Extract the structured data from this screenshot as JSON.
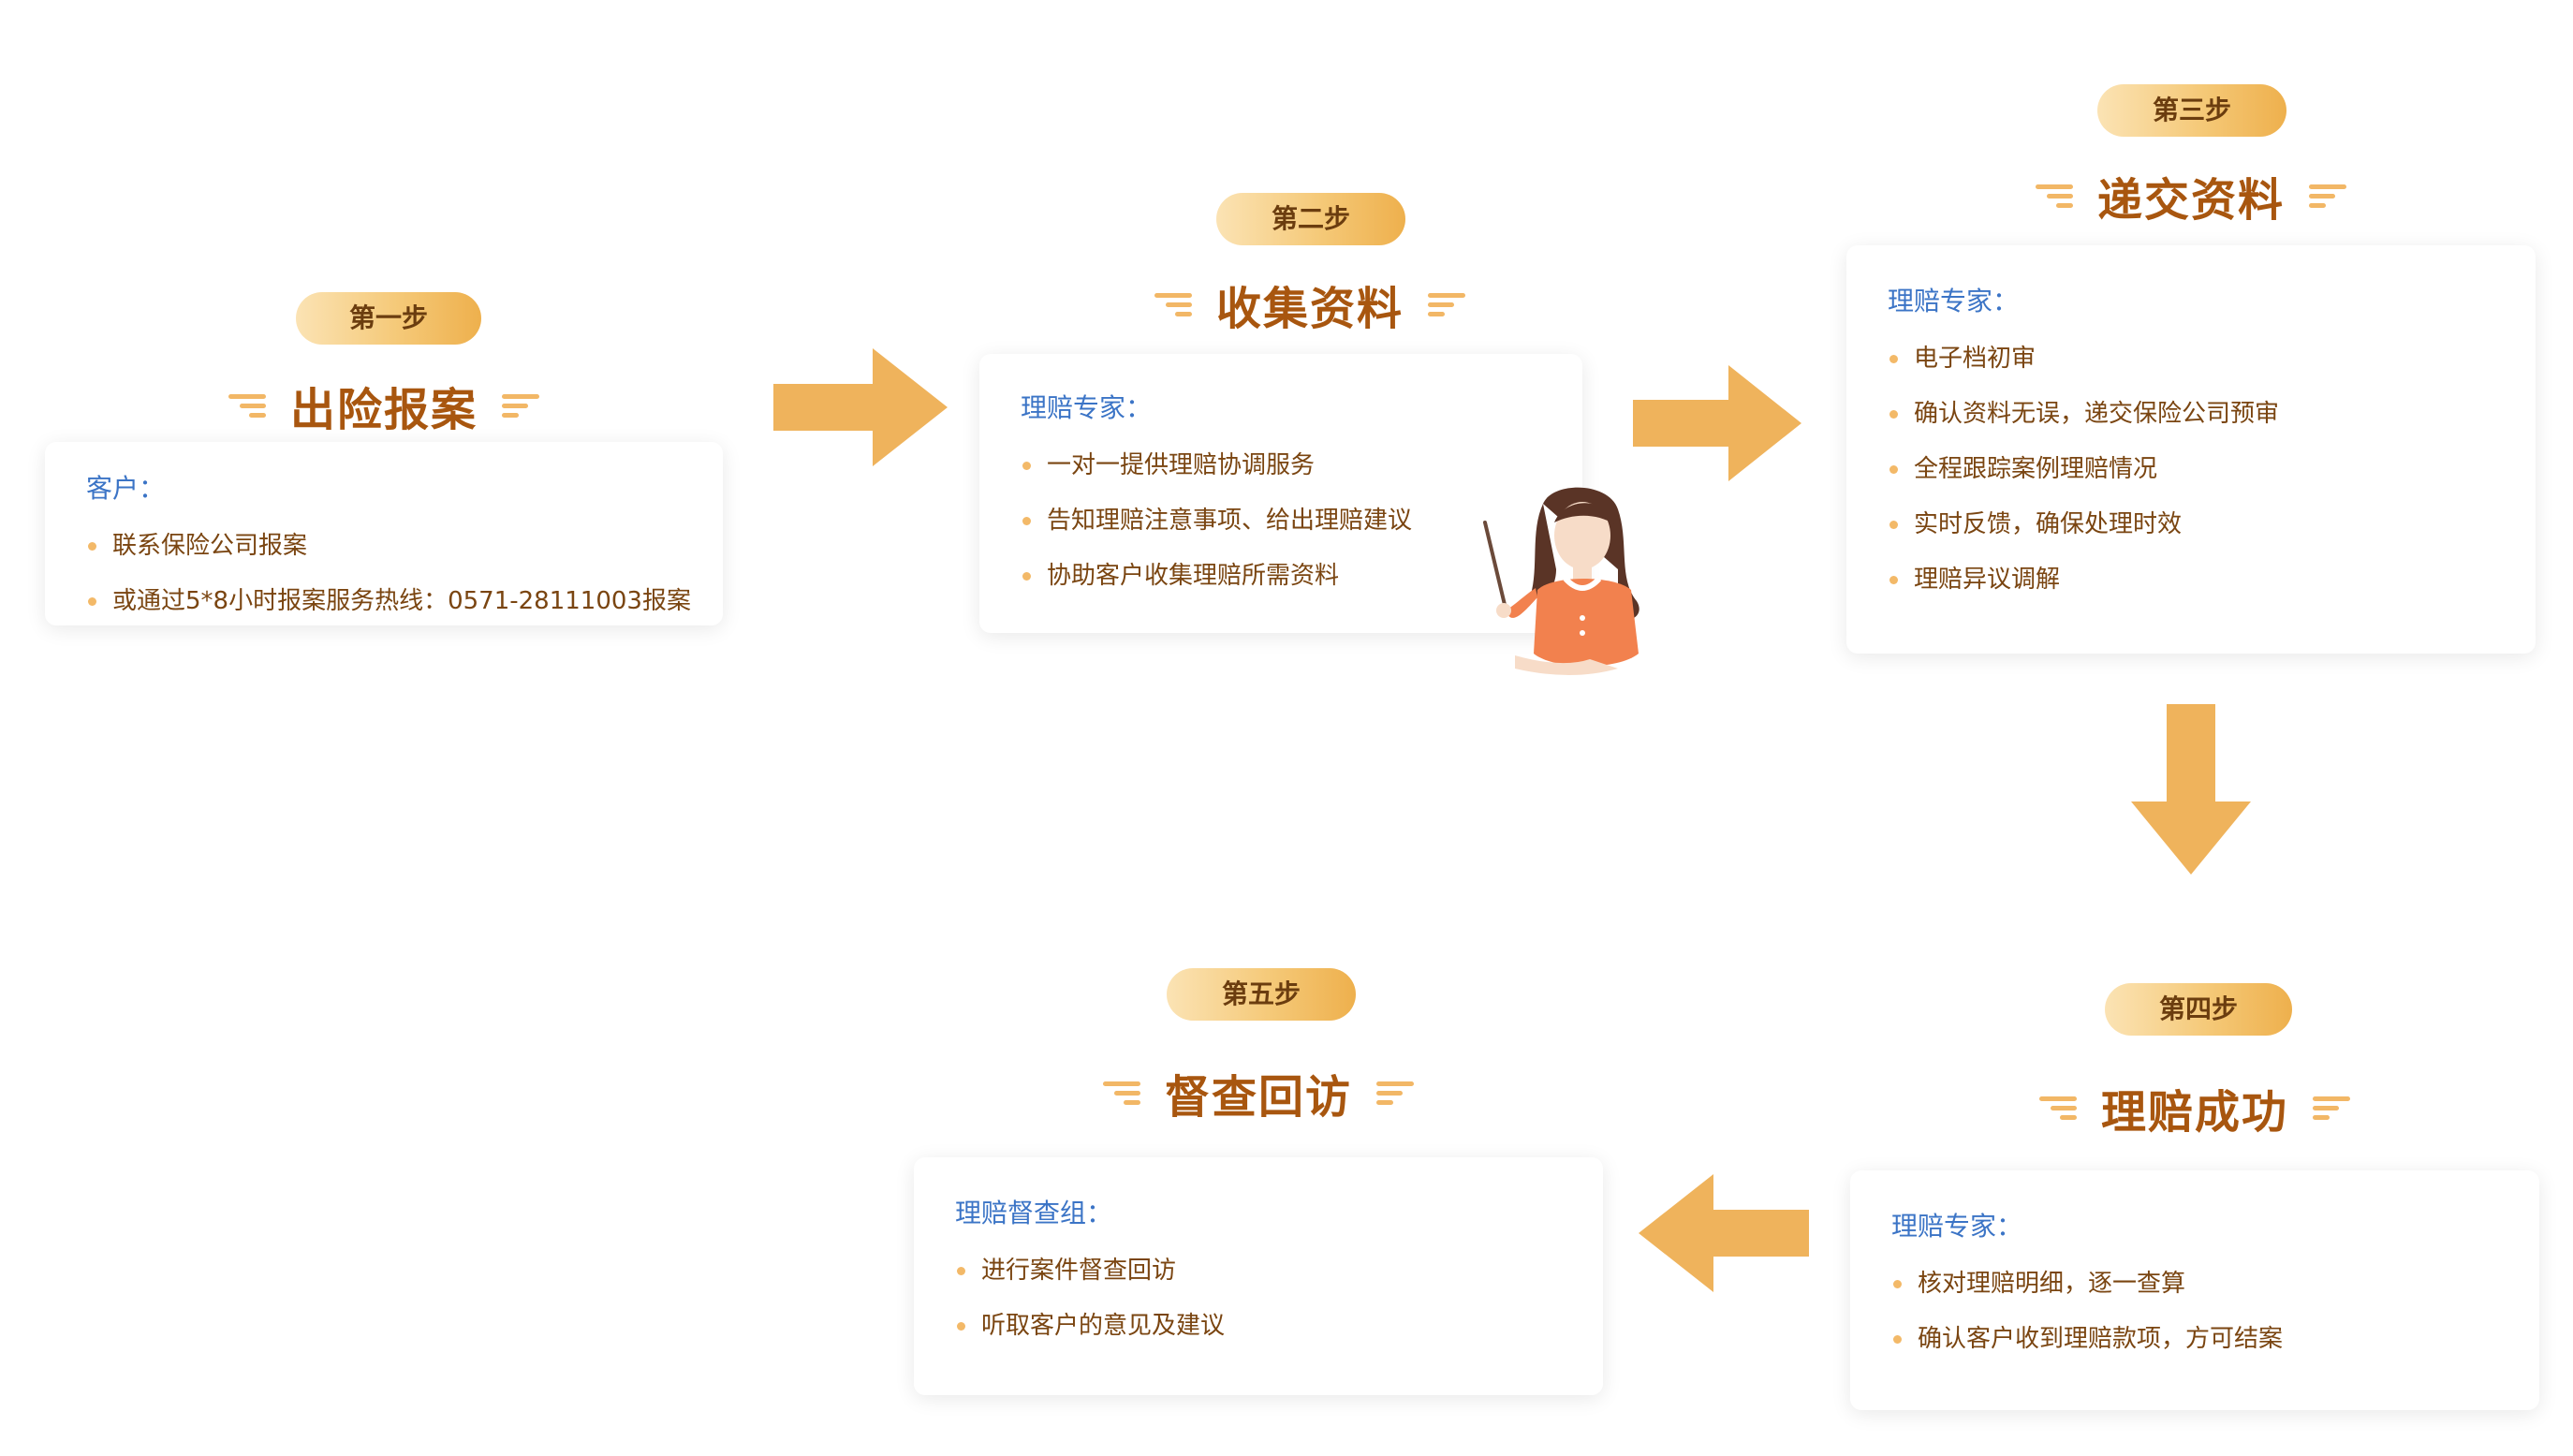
{
  "steps": [
    {
      "badge": "第一步",
      "title": "出险报案",
      "role": "客户：",
      "items": [
        "联系保险公司报案",
        "或通过5*8小时报案服务热线：0571-28111003报案"
      ]
    },
    {
      "badge": "第二步",
      "title": "收集资料",
      "role": "理赔专家：",
      "items": [
        "一对一提供理赔协调服务",
        "告知理赔注意事项、给出理赔建议",
        "协助客户收集理赔所需资料"
      ]
    },
    {
      "badge": "第三步",
      "title": "递交资料",
      "role": "理赔专家：",
      "items": [
        "电子档初审",
        "确认资料无误，递交保险公司预审",
        "全程跟踪案例理赔情况",
        "实时反馈，确保处理时效",
        "理赔异议调解"
      ]
    },
    {
      "badge": "第四步",
      "title": "理赔成功",
      "role": "理赔专家：",
      "items": [
        "核对理赔明细，逐一查算",
        "确认客户收到理赔款项，方可结案"
      ]
    },
    {
      "badge": "第五步",
      "title": "督查回访",
      "role": "理赔督查组：",
      "items": [
        "进行案件督查回访",
        "听取客户的意见及建议"
      ]
    }
  ],
  "colors": {
    "accent": "#efb35c",
    "title": "#a8560f",
    "role": "#3b74c6",
    "item_text": "#7a4511",
    "arrow": "#efb35c"
  },
  "icons": [
    "right-arrow-icon",
    "down-arrow-icon",
    "left-arrow-icon",
    "presenter-illustration"
  ]
}
